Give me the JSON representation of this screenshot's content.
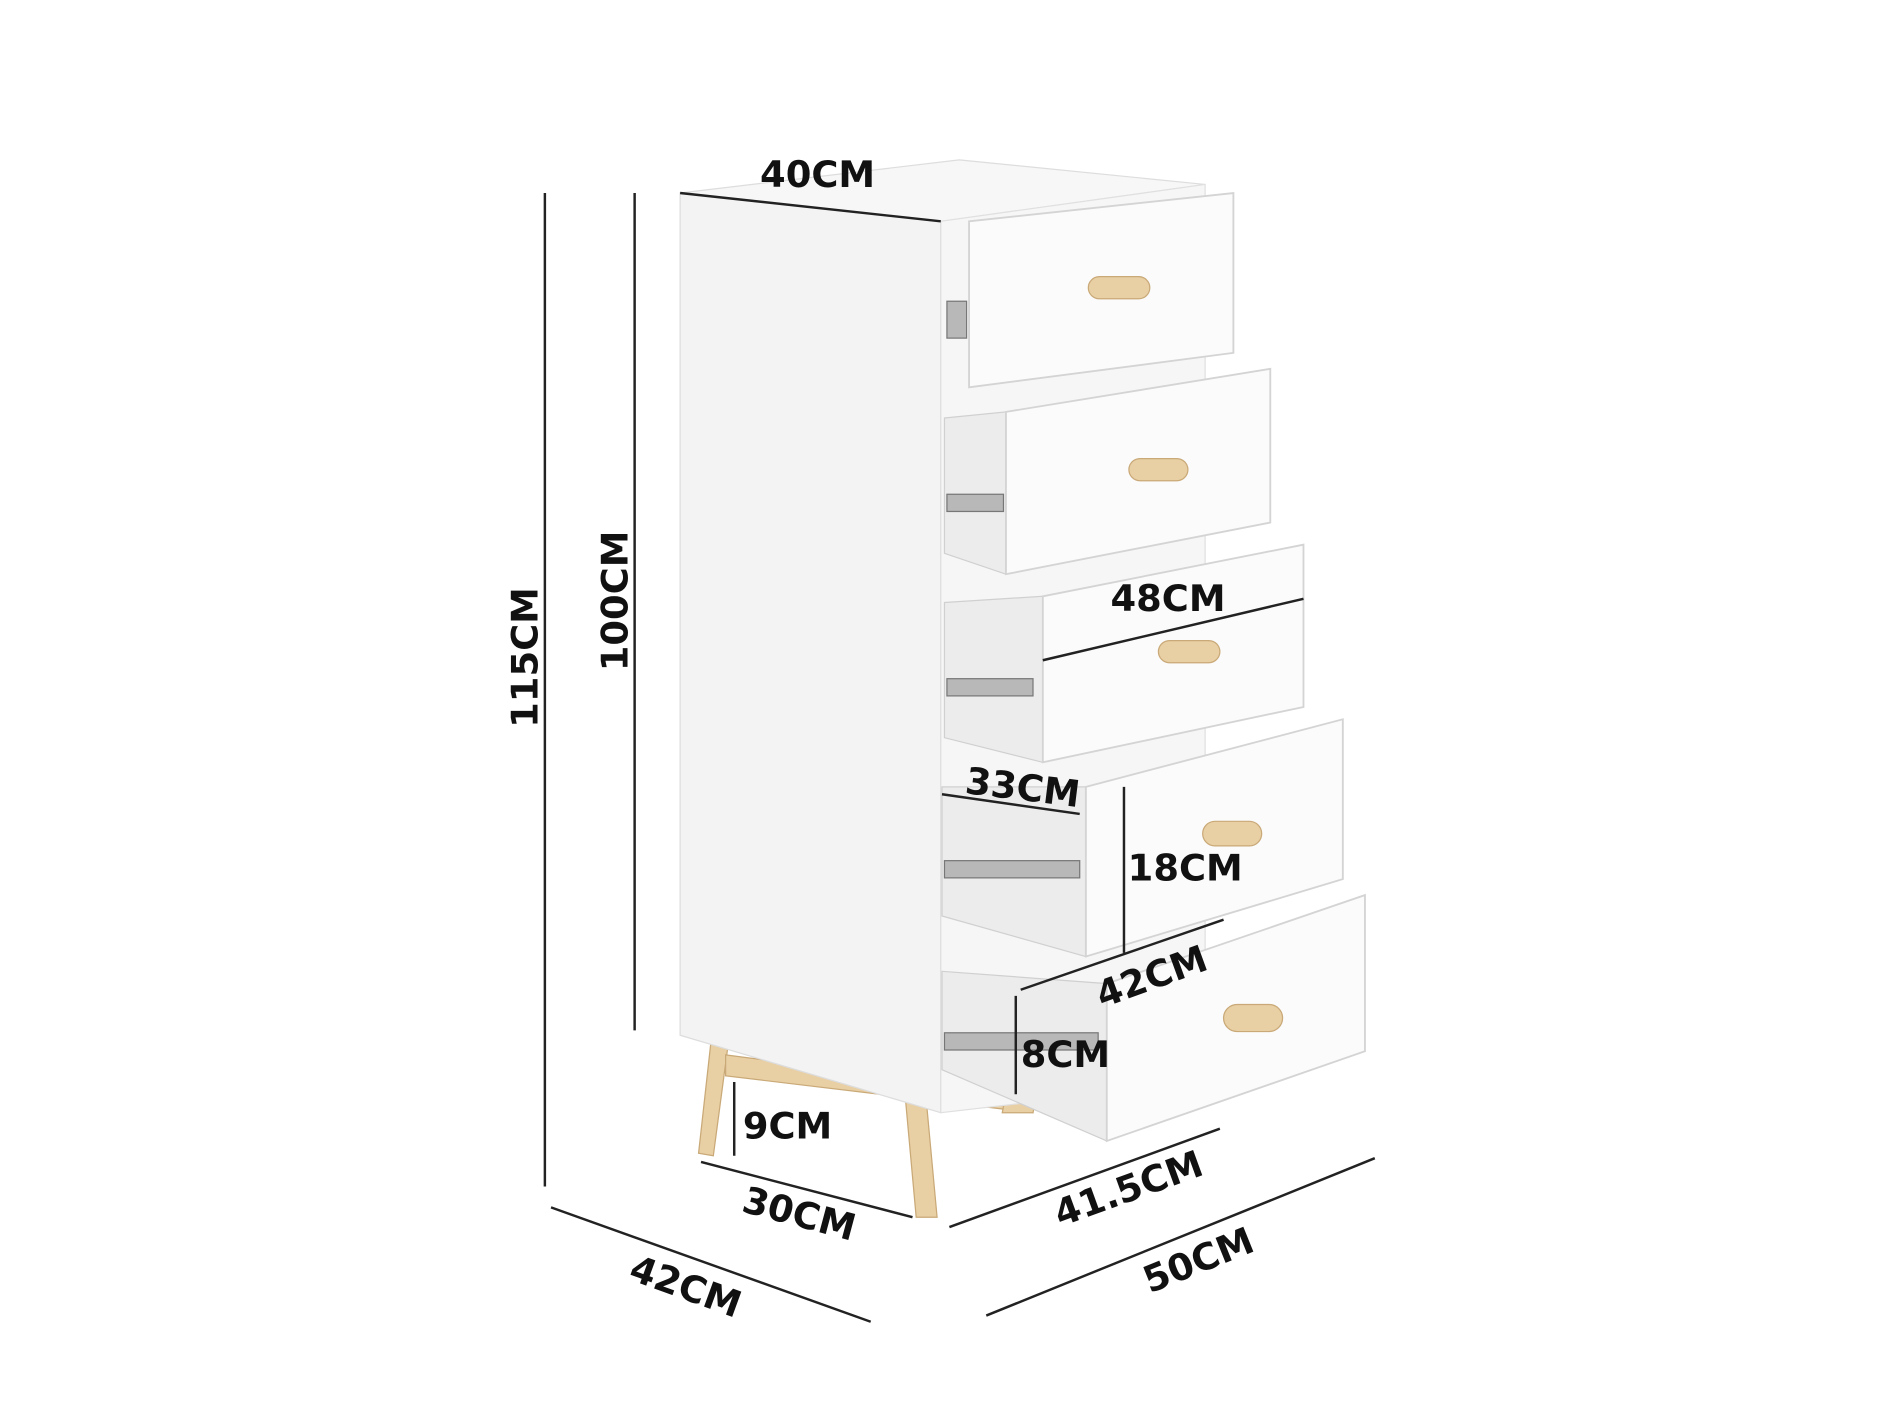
{
  "dimensions": {
    "top_width": "40CM",
    "total_height": "115CM",
    "body_height": "100CM",
    "drawer_front_width": "48CM",
    "drawer_inner_depth": "33CM",
    "drawer_height": "18CM",
    "drawer_length": "42CM",
    "drawer_inner_height": "8CM",
    "leg_height": "9CM",
    "base_depth": "30CM",
    "base_width": "41.5CM",
    "overall_depth": "42CM",
    "overall_width": "50CM"
  },
  "colors": {
    "cabinet": "#fbfbfb",
    "wood": "#e8cfa4",
    "line": "#222222"
  }
}
